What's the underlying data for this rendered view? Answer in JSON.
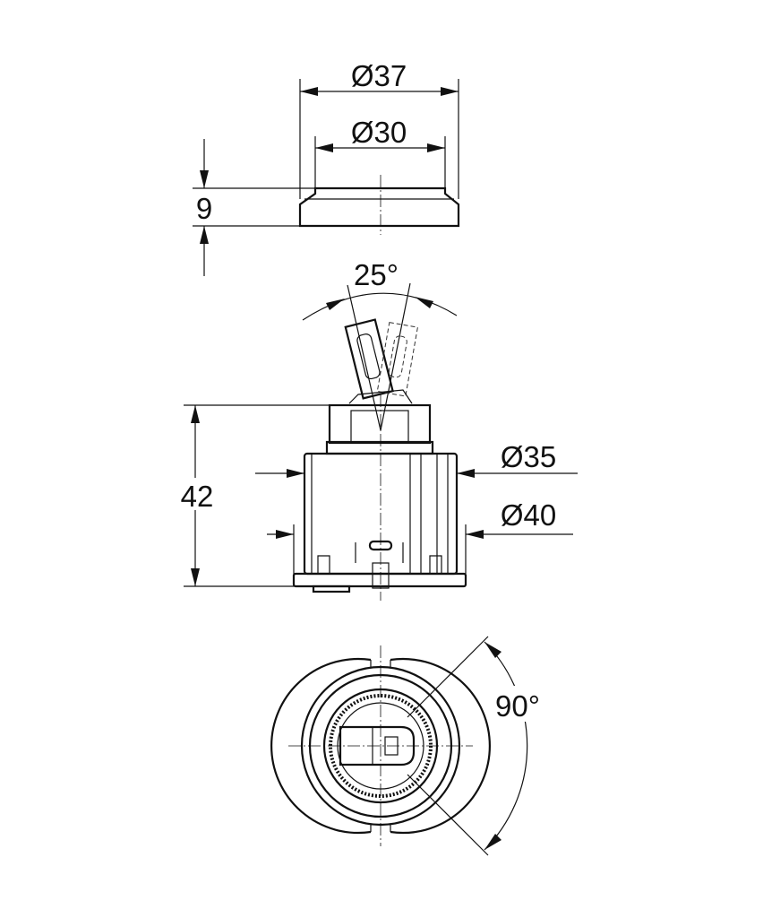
{
  "drawing": {
    "cap": {
      "outer_diameter": "Ø37",
      "inner_diameter": "Ø30",
      "height": "9"
    },
    "cartridge": {
      "lever_angle": "25°",
      "height": "42",
      "body_diameter": "Ø35",
      "base_diameter": "Ø40"
    },
    "bottom_view": {
      "rotation_angle": "90°"
    }
  }
}
